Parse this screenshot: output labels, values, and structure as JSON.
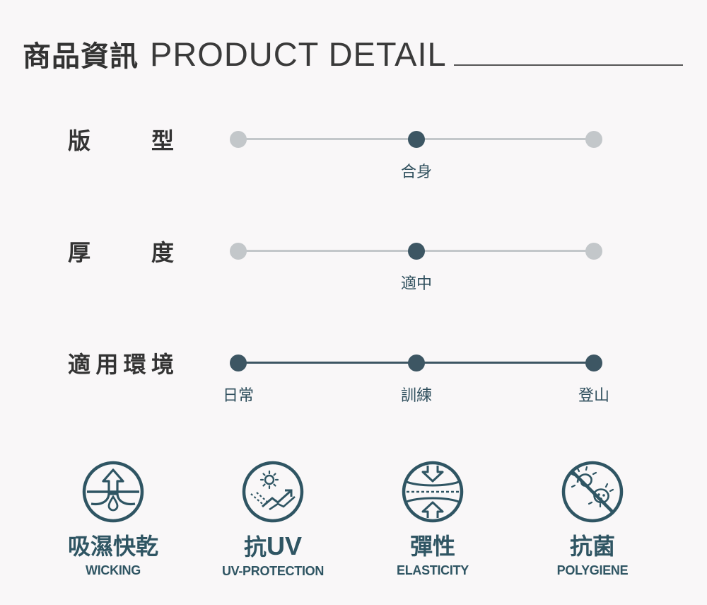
{
  "header": {
    "title_zh": "商品資訊",
    "title_en": "PRODUCT DETAIL"
  },
  "colors": {
    "active": "#3d5663",
    "inactive": "#c3c7ca",
    "text_dark": "#333333",
    "accent_text": "#2f5563"
  },
  "specs": [
    {
      "label": "版型",
      "label_chars": [
        "版",
        "型"
      ],
      "active": [
        1
      ],
      "track": "inactive",
      "options": [
        "",
        "合身",
        ""
      ]
    },
    {
      "label": "厚度",
      "label_chars": [
        "厚",
        "度"
      ],
      "active": [
        1
      ],
      "track": "inactive",
      "options": [
        "",
        "適中",
        ""
      ]
    },
    {
      "label": "適用環境",
      "label_chars": [
        "適",
        "用",
        "環",
        "境"
      ],
      "active": [
        0,
        1,
        2
      ],
      "track": "active",
      "options": [
        "日常",
        "訓練",
        "登山"
      ]
    }
  ],
  "features": [
    {
      "name_zh": "吸濕快乾",
      "name_en": "WICKING",
      "icon": "wicking-icon"
    },
    {
      "name_zh": "抗",
      "name_zh_suffix": "UV",
      "name_en": "UV-PROTECTION",
      "icon": "uv-protection-icon"
    },
    {
      "name_zh": "彈性",
      "name_en": "ELASTICITY",
      "icon": "elasticity-icon"
    },
    {
      "name_zh": "抗菌",
      "name_en": "POLYGIENE",
      "icon": "polygiene-icon"
    }
  ]
}
